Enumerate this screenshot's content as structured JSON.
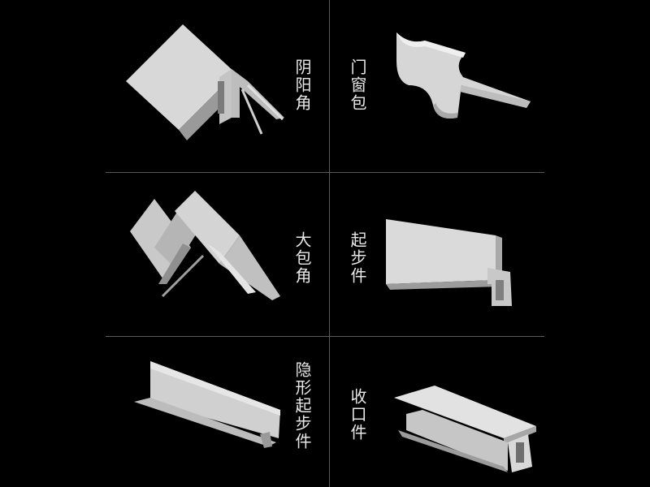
{
  "products": [
    {
      "id": "yin-yang-corner",
      "label": "阴阳角"
    },
    {
      "id": "window-trim",
      "label": "门窗包"
    },
    {
      "id": "large-wrap-corner",
      "label": "大包角"
    },
    {
      "id": "starter-piece",
      "label": "起步件"
    },
    {
      "id": "hidden-starter-piece",
      "label": "隐形起步件"
    },
    {
      "id": "closing-piece",
      "label": "收口件"
    }
  ],
  "colors": {
    "background": "#000000",
    "metal_light": "#dcdcdc",
    "metal_mid": "#b9b9b9",
    "metal_dark": "#8e8e8e",
    "divider": "#5a5a5a"
  }
}
